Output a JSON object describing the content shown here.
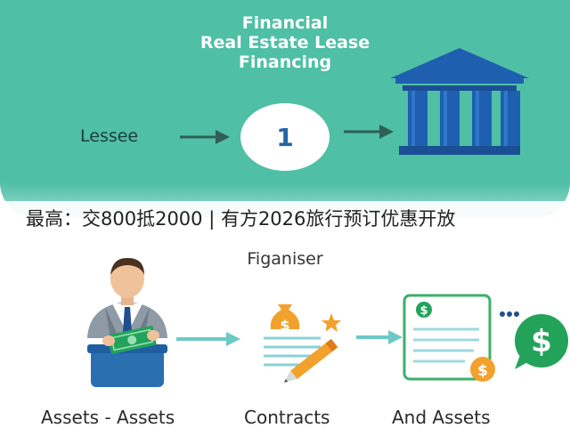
{
  "header": {
    "title_lines": [
      "Financial",
      "Real Estate Lease",
      "Financing"
    ]
  },
  "flow_top": {
    "lessee_label": "Lessee",
    "step_number": "1"
  },
  "banner": {
    "text": "最高：交800抵2000 | 有方2026旅行预订优惠开放"
  },
  "lower": {
    "heading": "Figaniser",
    "captions": [
      "Assets - Assets",
      "Contracts",
      "And Assets"
    ]
  },
  "colors": {
    "panel_teal": "#4fbfa6",
    "bank_blue": "#1f5fb0",
    "step_blue": "#2466a6",
    "money_green": "#23a35a",
    "coin_orange": "#f2a12c"
  },
  "icons": [
    "bank-icon",
    "businessman-icon",
    "contract-pen-icon",
    "document-dollar-icon",
    "dollar-chat-icon"
  ]
}
